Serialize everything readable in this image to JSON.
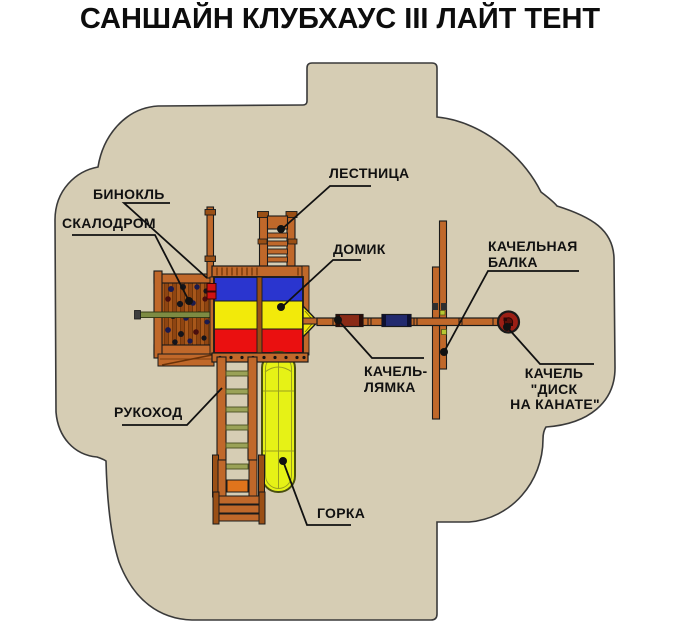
{
  "title": "САНШАЙН КЛУБХАУС III ЛАЙТ ТЕНТ",
  "labels": {
    "binoculars": "БИНОКЛЬ",
    "climbing_wall": "СКАЛОДРОМ",
    "ladder": "ЛЕСТНИЦА",
    "house": "ДОМИК",
    "swing_beam_line1": "КАЧЕЛЬНАЯ",
    "swing_beam_line2": "БАЛКА",
    "strap_swing_line1": "КАЧЕЛЬ-",
    "strap_swing_line2": "ЛЯМКА",
    "disc_swing_line1": "КАЧЕЛЬ",
    "disc_swing_line2": "\"ДИСК",
    "disc_swing_line3": "НА КАНАТЕ\"",
    "monkey_bars": "РУКОХОД",
    "slide": "ГОРКА"
  },
  "colors": {
    "ground": "#D6CDB4",
    "blob_stroke": "#3A3A3A",
    "outline": "#1A1A1A",
    "wood": "#C0682A",
    "wood_dark": "#9A4F15",
    "wood_deep": "#6B3208",
    "plank_a": "#A8571A",
    "plank_b": "#8F4512",
    "tent_blue": "#2A35CF",
    "tent_yellow": "#F2EA0A",
    "tent_red": "#EA1010",
    "slide_yellow": "#E6F216",
    "slide_edge": "#4A4F12",
    "disc_red": "#9C1F15",
    "swing_red": "#8A2A16",
    "swing_navy": "#222A6E",
    "rung_green": "#9AA257",
    "bar_green": "#7D8B43",
    "binocular_red": "#D01212",
    "nub_green": "#B7C832"
  }
}
